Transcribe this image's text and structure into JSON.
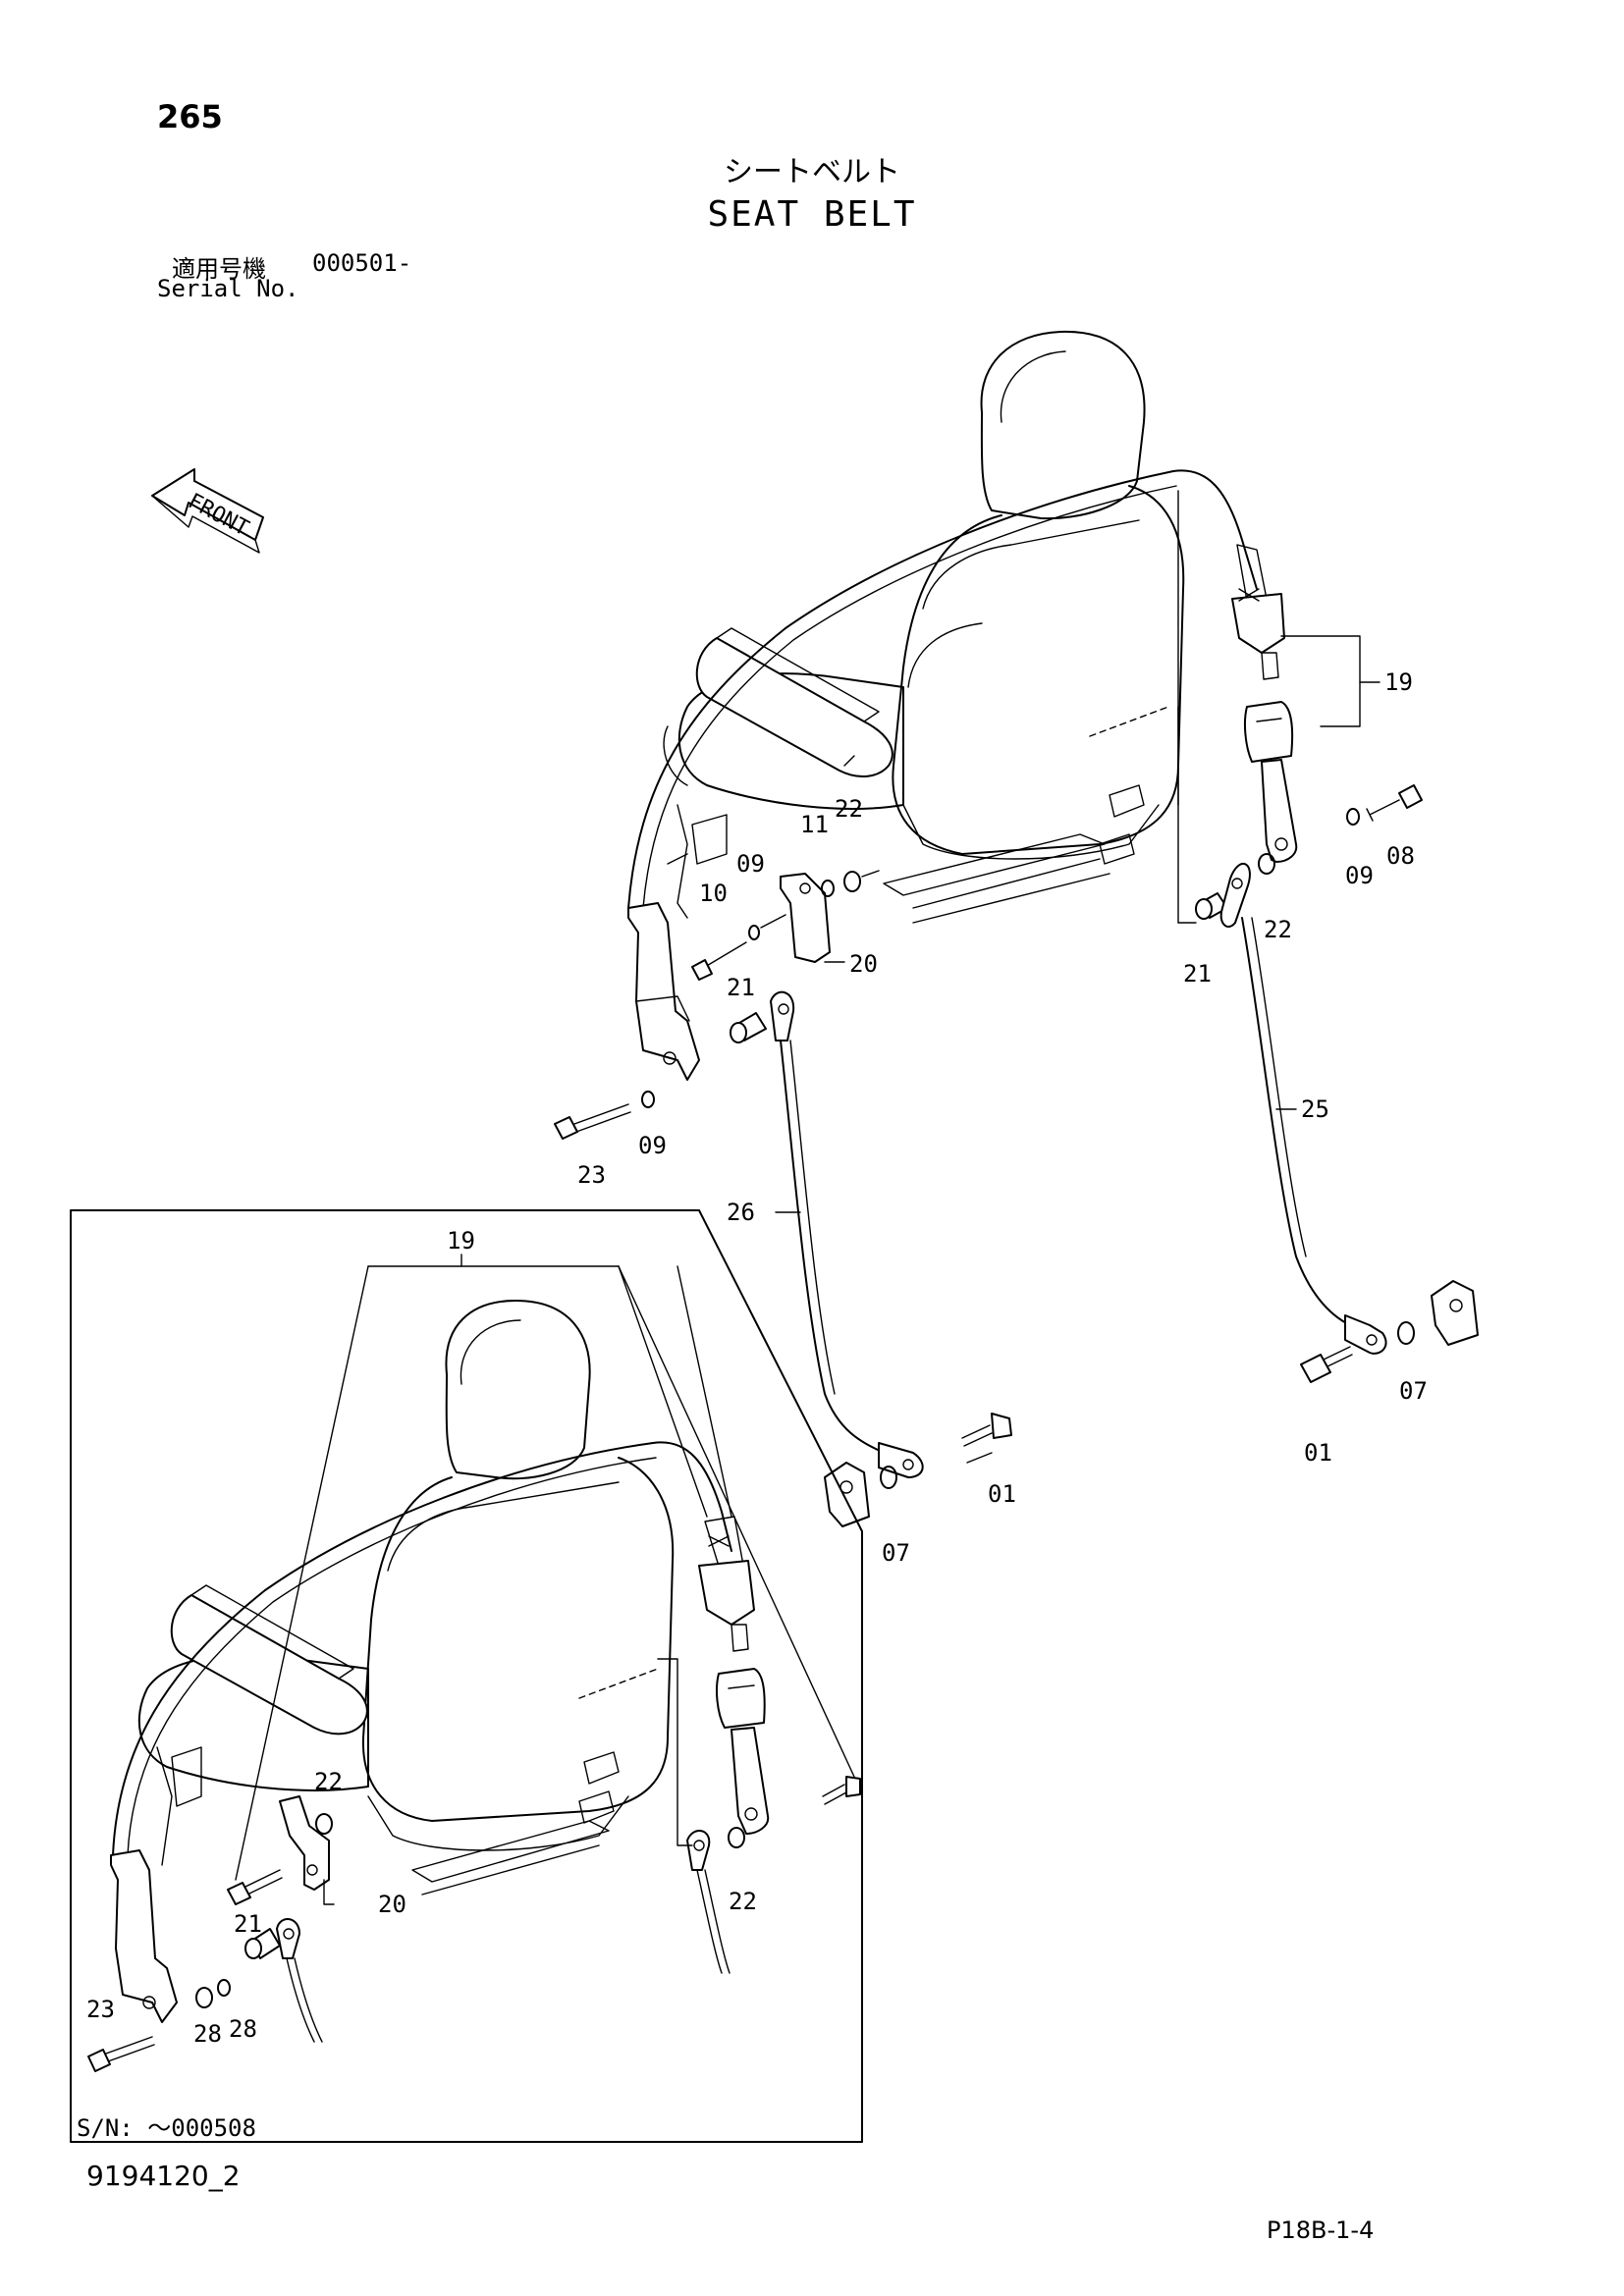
{
  "header": {
    "page_number": "265",
    "title_jp": "シートベルト",
    "title_en": "SEAT BELT",
    "serial_label_jp": "適用号機",
    "serial_value": "000501-",
    "serial_label_en": "Serial No."
  },
  "front_indicator": {
    "label": "FRONT"
  },
  "callouts": {
    "c19": "19",
    "c08": "08",
    "c09a": "09",
    "c22a": "22",
    "c21a": "21",
    "c11": "11",
    "c22b": "22",
    "c09b": "09",
    "c10": "10",
    "c20": "20",
    "c21b": "21",
    "c09c": "09",
    "c23": "23",
    "c25": "25",
    "c26": "26",
    "c01a": "01",
    "c07a": "07",
    "c01b": "01",
    "c07b": "07"
  },
  "inset": {
    "callouts": {
      "i19": "19",
      "i22a": "22",
      "i20": "20",
      "i21": "21",
      "i22b": "22",
      "i23": "23",
      "i28a": "28",
      "i28b": "28"
    },
    "serial_range": "S/N: ～000508"
  },
  "footer": {
    "drawing_number": "9194120_2",
    "page_ref": "P18B-1-4"
  }
}
